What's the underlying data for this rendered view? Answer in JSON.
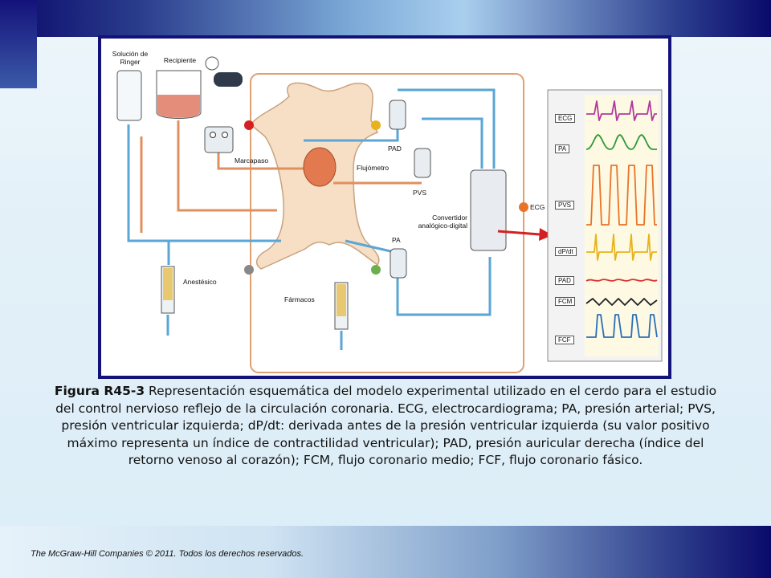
{
  "labels": {
    "solucion": "Solución de Ringer",
    "recipiente": "Recipiente",
    "marcapaso": "Marcapaso",
    "flujometro": "Flujómetro",
    "pad": "PAD",
    "pvs": "PVS",
    "pa_top": "PA",
    "convertidor": "Convertidor analógico-digital",
    "ecg_side": "ECG",
    "anestesico": "Anestésico",
    "farmacos": "Fármacos"
  },
  "traces": [
    "ECG",
    "PA",
    "PVS",
    "dP/dt",
    "PAD",
    "FCM",
    "FCF"
  ],
  "colors": {
    "ecg": "#b03a9c",
    "pa": "#2e9a3a",
    "pvs": "#e8742a",
    "dpdt": "#e6b31c",
    "pad": "#d83030",
    "fcm": "#222222",
    "fcf": "#2a6fb8",
    "tube_blue": "#5aa6d6",
    "tube_orange": "#e0905e",
    "frame": "#12127a"
  },
  "caption": {
    "title": "Figura R45-3",
    "text": " Representación esquemática del modelo experimental utilizado en el cerdo para el estudio del control nervioso reflejo de la circulación coronaria. ECG, electrocardiograma; PA, presión arterial; PVS, presión ventricular izquierda; dP/dt: derivada antes de la presión ventricular izquierda (su valor positivo máximo representa un índice de contractilidad ventricular); PAD, presión auricular derecha (índice del retorno venoso al corazón); FCM, flujo coronario medio; FCF, flujo coronario fásico."
  },
  "footer": "The McGraw-Hill Companies © 2011. Todos los derechos reservados."
}
